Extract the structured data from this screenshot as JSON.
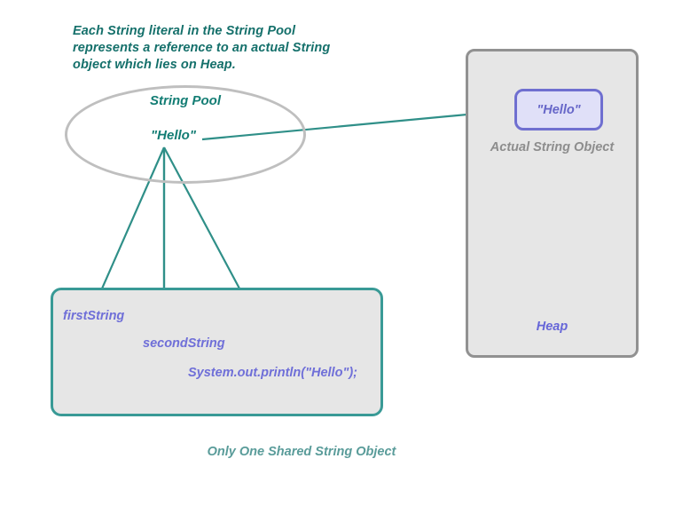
{
  "diagram": {
    "note": "Each String literal in the String Pool represents a reference to an actual String object which lies on Heap.",
    "pool": {
      "title": "String Pool",
      "literal": "\"Hello\""
    },
    "heap": {
      "label": "Heap",
      "object_value": "\"Hello\"",
      "object_caption": "Actual String Object"
    },
    "references": {
      "first": "firstString",
      "second": "secondString",
      "third": "System.out.println(\"Hello\");"
    },
    "shared_caption": "Only One Shared String Object",
    "colors": {
      "teal_text": "#137d74",
      "teal_note": "#15706b",
      "teal_light": "#5a9c9a",
      "purple_text": "#6f6fd8",
      "purple_border": "#6f6fd0",
      "purple_fill": "#e0e0f8",
      "gray_border": "#919191",
      "gray_fill": "#e6e6e6",
      "ellipse_border": "#bfbfbf",
      "box_border_teal": "#399a96",
      "connector": "#2f8f88"
    }
  }
}
